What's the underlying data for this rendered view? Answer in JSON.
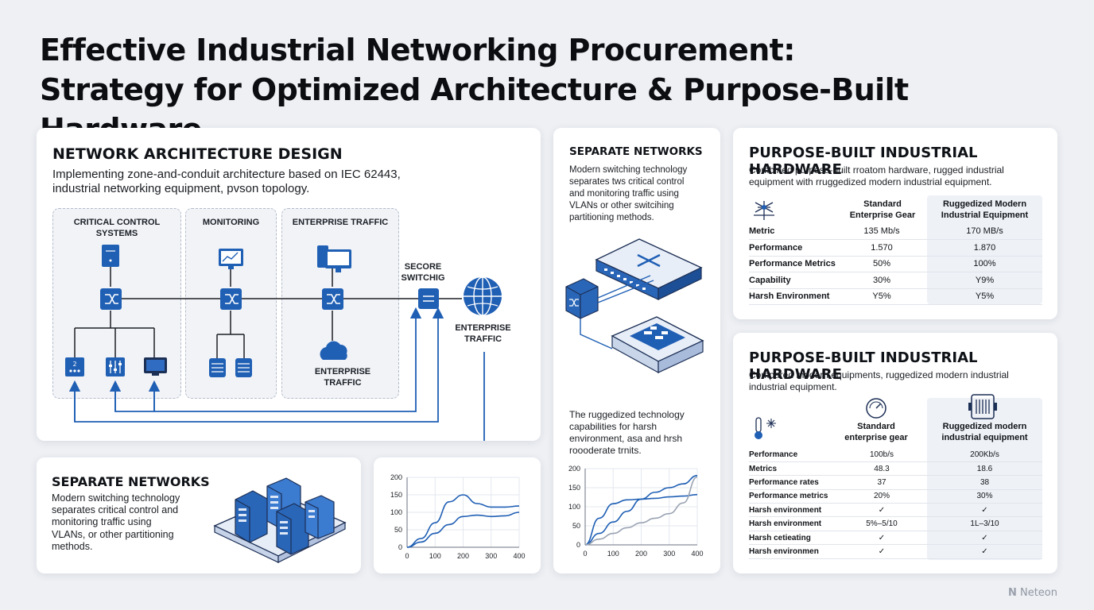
{
  "title": {
    "line1": "Effective Industrial Networking Procurement:",
    "line2": "Strategy for Optimized Architecture & Purpose-Built Hardware"
  },
  "architecture": {
    "heading": "NETWORK ARCHITECTURE DESIGN",
    "desc_line1": "Implementing zone-and-conduit architecture based on IEC 62443,",
    "desc_line2": "industrial networking equipment, pvson topology.",
    "zones": [
      {
        "label_line1": "CRITICAL CONTROL",
        "label_line2": "SYSTEMS"
      },
      {
        "label_line1": "MONITORING",
        "label_line2": ""
      },
      {
        "label_line1": "ENTERPRISE TRAFFIC",
        "label_line2": ""
      }
    ],
    "secure_line1": "SECORE",
    "secure_line2": "SWITCHIG",
    "cloud_line1": "ENTERPRISE",
    "cloud_line2": "TRAFFIC",
    "globe_line1": "ENTERPRISE",
    "globe_line2": "TRAFFIC",
    "icons": {
      "switch": "switch-icon",
      "server": "server-icon",
      "monitor": "monitor-icon",
      "cloud": "cloud-icon",
      "globe": "globe-icon",
      "database": "database-icon",
      "controller": "controller-icon",
      "slider": "slider-icon"
    },
    "accent": "#1f5fb4"
  },
  "separate_bottom": {
    "heading": "SEPARATE NETWORKS",
    "lines": [
      "Modern switching technology",
      "separates critical control and",
      "monitoring traffic using",
      "VLANs, or other partitioning",
      "methods."
    ]
  },
  "chart_small": {
    "yticks": [
      "200",
      "150",
      "100",
      "50",
      "0"
    ],
    "xticks": [
      "0",
      "100",
      "200",
      "300",
      "400"
    ]
  },
  "separate_mid": {
    "heading": "SEPARATE NETWORKS",
    "lines": [
      "Modern switching technology",
      "separates tws critical control",
      "and monitoring traffic using",
      "VLANs or other switcihing",
      "partitioning methods."
    ],
    "lower_lines": [
      "The ruggedized technology",
      "capabilities for harsh",
      "environment, asa and hrsh",
      "roooderate trnits."
    ]
  },
  "chart_mid": {
    "yticks": [
      "200",
      "150",
      "100",
      "50",
      "0"
    ],
    "xticks": [
      "0",
      "100",
      "200",
      "300",
      "400"
    ]
  },
  "chart_data": [
    {
      "type": "line",
      "xlim": [
        0,
        400
      ],
      "ylim": [
        0,
        200
      ],
      "x": [
        0,
        50,
        100,
        150,
        200,
        250,
        300,
        350,
        400
      ],
      "series": [
        {
          "values": [
            0,
            25,
            70,
            130,
            150,
            125,
            115,
            115,
            118
          ]
        },
        {
          "values": [
            0,
            15,
            40,
            65,
            88,
            92,
            88,
            90,
            100
          ]
        }
      ]
    },
    {
      "type": "line",
      "xlim": [
        0,
        400
      ],
      "ylim": [
        0,
        200
      ],
      "x": [
        0,
        50,
        100,
        150,
        200,
        250,
        300,
        350,
        400
      ],
      "series": [
        {
          "values": [
            0,
            70,
            108,
            118,
            120,
            122,
            126,
            128,
            132
          ]
        },
        {
          "values": [
            0,
            30,
            60,
            88,
            120,
            138,
            150,
            160,
            182
          ]
        },
        {
          "values": [
            0,
            15,
            30,
            45,
            58,
            70,
            82,
            110,
            178
          ]
        }
      ]
    }
  ],
  "hardware_top": {
    "heading": "PURPOSE-BUILT INDUSTRIAL HARDWARE",
    "desc_line1": "Combined purpose-built rroatom hardware, rugged industrial",
    "desc_line2": "equipment with rruggedized modern industrial equipment.",
    "col1_line1": "Standard",
    "col1_line2": "Enterprise Gear",
    "col2_line1": "Ruggedized Modern",
    "col2_line2": "Industrial Equipment",
    "rows": [
      [
        "Metric",
        "135 Mb/s",
        "170 MB/s"
      ],
      [
        "Performance",
        "1.570",
        "1.870"
      ],
      [
        "Performance Metrics",
        "50%",
        "100%"
      ],
      [
        "Capability",
        "30%",
        "Y9%"
      ],
      [
        "Harsh Environment",
        "Y5%",
        "Y5%"
      ]
    ]
  },
  "hardware_bottom": {
    "heading": "PURPOSE-BUILT INDUSTRIAL HARDWARE",
    "desc_line1": "Compared modern equipments, ruggedized modern industrial",
    "desc_line2": "industrial equipment.",
    "col1_line1": "Standard",
    "col1_line2": "enterprise gear",
    "col2_line1": "Ruggedized modern",
    "col2_line2": "industrial equipment",
    "rows": [
      [
        "Performance",
        "100b/s",
        "200Kb/s"
      ],
      [
        "Metrics",
        "48.3",
        "18.6"
      ],
      [
        "Performance rates",
        "37",
        "38"
      ],
      [
        "Performance metrics",
        "20%",
        "30%"
      ],
      [
        "Harsh environment",
        "✓",
        "✓"
      ],
      [
        "Harsh environment",
        "5%–5/10",
        "1L–3/10"
      ],
      [
        "Harsh cetieating",
        "✓",
        "✓"
      ],
      [
        "Harsh environmen",
        "✓",
        "✓"
      ]
    ]
  },
  "footer": {
    "logo": "Neteon"
  }
}
